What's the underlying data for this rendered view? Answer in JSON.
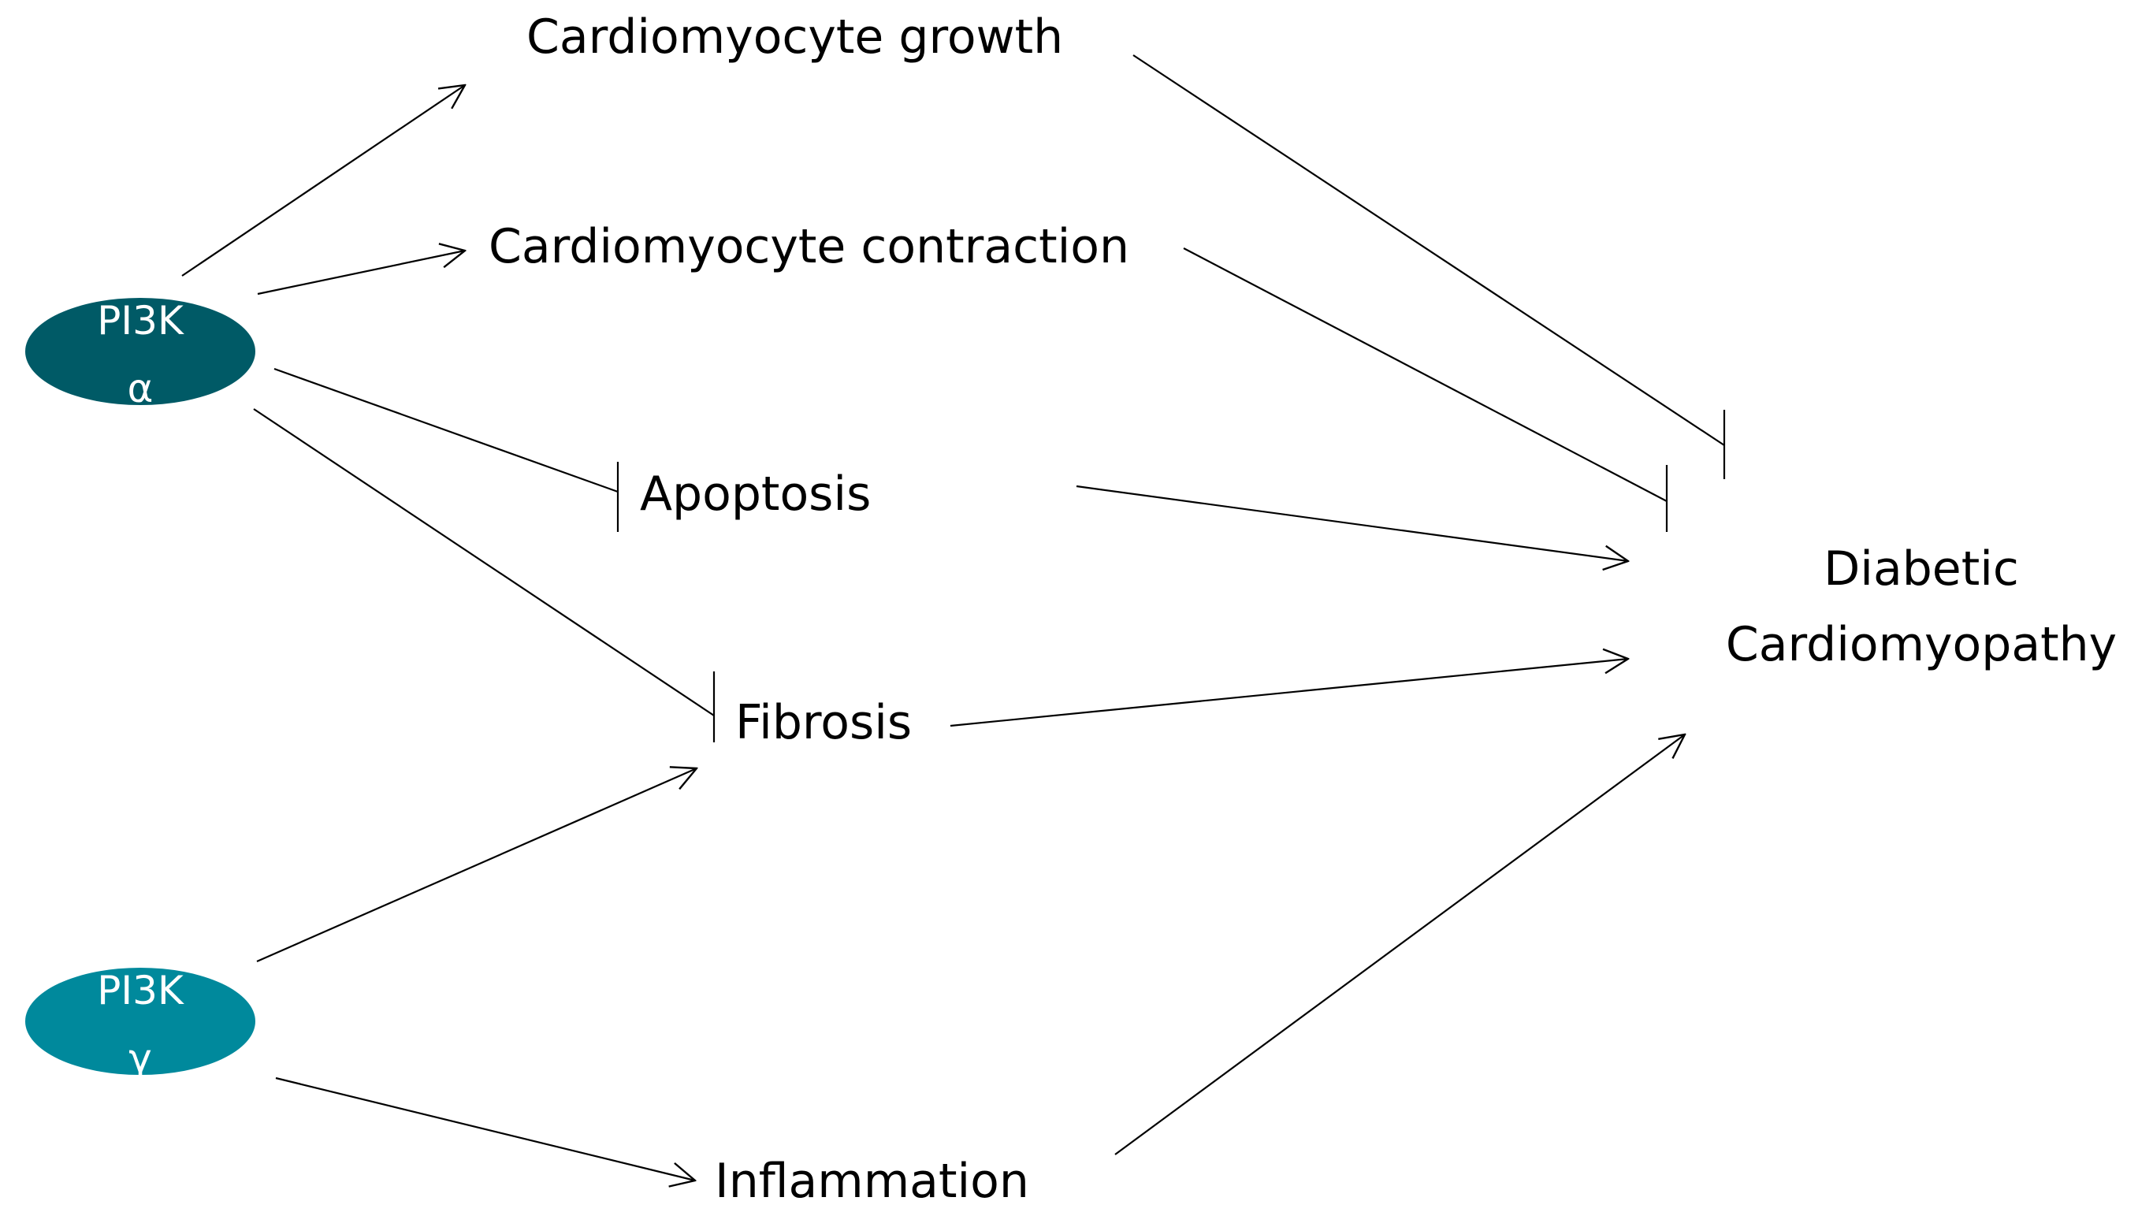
{
  "colors": {
    "pi3k_alpha": "#005a66",
    "pi3k_gamma": "#00899c",
    "line": "#000000"
  },
  "nodes": {
    "pi3k_alpha": {
      "line1": "PI3K",
      "line2": "α"
    },
    "pi3k_gamma": {
      "line1": "PI3K",
      "line2": "γ"
    }
  },
  "processes": {
    "growth": "Cardiomyocyte growth",
    "contraction": "Cardiomyocyte contraction",
    "apoptosis": "Apoptosis",
    "fibrosis": "Fibrosis",
    "inflammation": "Inflammation"
  },
  "outcome": {
    "line1": "Diabetic",
    "line2": "Cardiomyopathy"
  },
  "relations": [
    {
      "from": "PI3K α",
      "to": "Cardiomyocyte growth",
      "type": "activates"
    },
    {
      "from": "PI3K α",
      "to": "Cardiomyocyte contraction",
      "type": "activates"
    },
    {
      "from": "PI3K α",
      "to": "Apoptosis",
      "type": "inhibits"
    },
    {
      "from": "PI3K α",
      "to": "Fibrosis",
      "type": "inhibits"
    },
    {
      "from": "PI3K γ",
      "to": "Fibrosis",
      "type": "activates"
    },
    {
      "from": "PI3K γ",
      "to": "Inflammation",
      "type": "activates"
    },
    {
      "from": "Cardiomyocyte growth",
      "to": "Diabetic Cardiomyopathy",
      "type": "inhibits"
    },
    {
      "from": "Cardiomyocyte contraction",
      "to": "Diabetic Cardiomyopathy",
      "type": "inhibits"
    },
    {
      "from": "Apoptosis",
      "to": "Diabetic Cardiomyopathy",
      "type": "activates"
    },
    {
      "from": "Fibrosis",
      "to": "Diabetic Cardiomyopathy",
      "type": "activates"
    },
    {
      "from": "Inflammation",
      "to": "Diabetic Cardiomyopathy",
      "type": "activates"
    }
  ]
}
